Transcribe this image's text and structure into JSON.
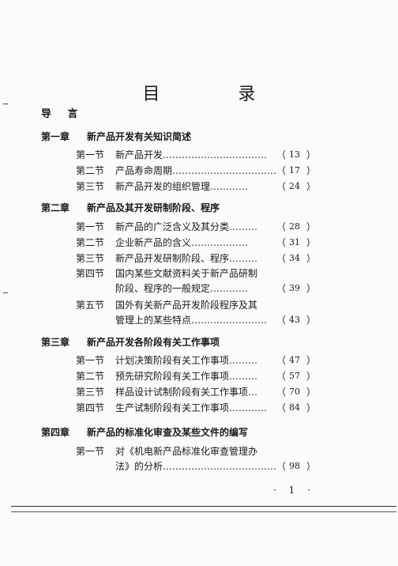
{
  "title": "目 录",
  "intro": "导 言",
  "chapters": [
    {
      "num": "第一章",
      "title": "新产品开发有关知识简述",
      "sections": [
        {
          "num": "第一节",
          "text": "新产品开发",
          "dots": "……………………………",
          "page": "13"
        },
        {
          "num": "第二节",
          "text": "产品寿命周期",
          "dots": "……………………………",
          "page": "17"
        },
        {
          "num": "第三节",
          "text": "新产品开发的组织管理",
          "dots": "…………",
          "page": "24"
        }
      ]
    },
    {
      "num": "第二章",
      "title": "新产品及其开发研制阶段、程序",
      "sections": [
        {
          "num": "第一节",
          "text": "新产品的广泛含义及其分类",
          "dots": "………",
          "page": "28"
        },
        {
          "num": "第二节",
          "text": "企业新产品的含义",
          "dots": "………………",
          "page": "31"
        },
        {
          "num": "第三节",
          "text": "新产品开发研制阶段、程序",
          "dots": "………",
          "page": "34"
        },
        {
          "num": "第四节",
          "text": "国内某些文献资料关于新产品研制",
          "text2": "阶段、程序的一般规定",
          "dots": "…………",
          "page": "39"
        },
        {
          "num": "第五节",
          "text": "国外有关新产品开发阶段程序及其",
          "text2": "管理上的某些特点",
          "dots": "……………………",
          "page": "43"
        }
      ]
    },
    {
      "num": "第三章",
      "title": "新产品开发各阶段有关工作事项",
      "sections": [
        {
          "num": "第一节",
          "text": "计划决策阶段有关工作事项",
          "dots": "………",
          "page": "47"
        },
        {
          "num": "第二节",
          "text": "预先研究阶段有关工作事项",
          "dots": "………",
          "page": "57"
        },
        {
          "num": "第三节",
          "text": "样品设计试制阶段有关工作事项",
          "dots": "…",
          "page": "70"
        },
        {
          "num": "第四节",
          "text": "生产试制阶段有关工作事项",
          "dots": "…………",
          "page": "84"
        }
      ]
    },
    {
      "num": "第四章",
      "title": "新产品的标准化审查及某些文件的编写",
      "sections": [
        {
          "num": "第一节",
          "text": "对《机电新产品标准化审查管理办",
          "text2": "法》的分析",
          "dots": "………………………………",
          "page": "98"
        }
      ]
    }
  ],
  "footer": "· 1 ·"
}
